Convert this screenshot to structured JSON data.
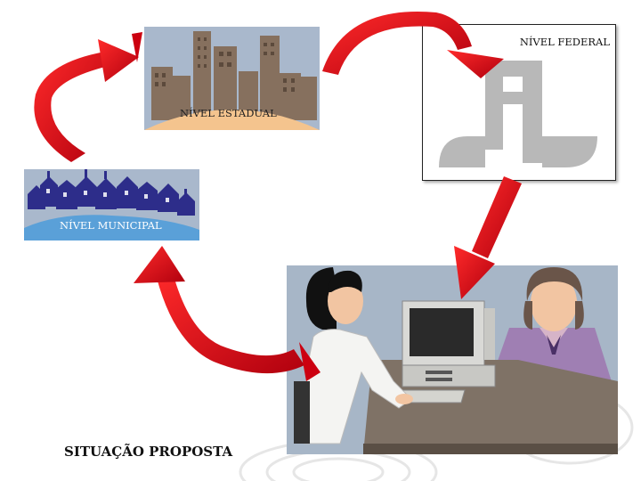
{
  "labels": {
    "estadual": "NÍVEL ESTADUAL",
    "federal": "NÍVEL FEDERAL",
    "municipal": "NÍVEL MUNICIPAL",
    "situacao": "SITUAÇÃO PROPOSTA"
  },
  "colors": {
    "arrow": "#e8001c",
    "panel_background": "#a9b8cc",
    "building": "#86705e",
    "houses": "#2d2d8a",
    "federal_logo": "#b8b8b8"
  }
}
